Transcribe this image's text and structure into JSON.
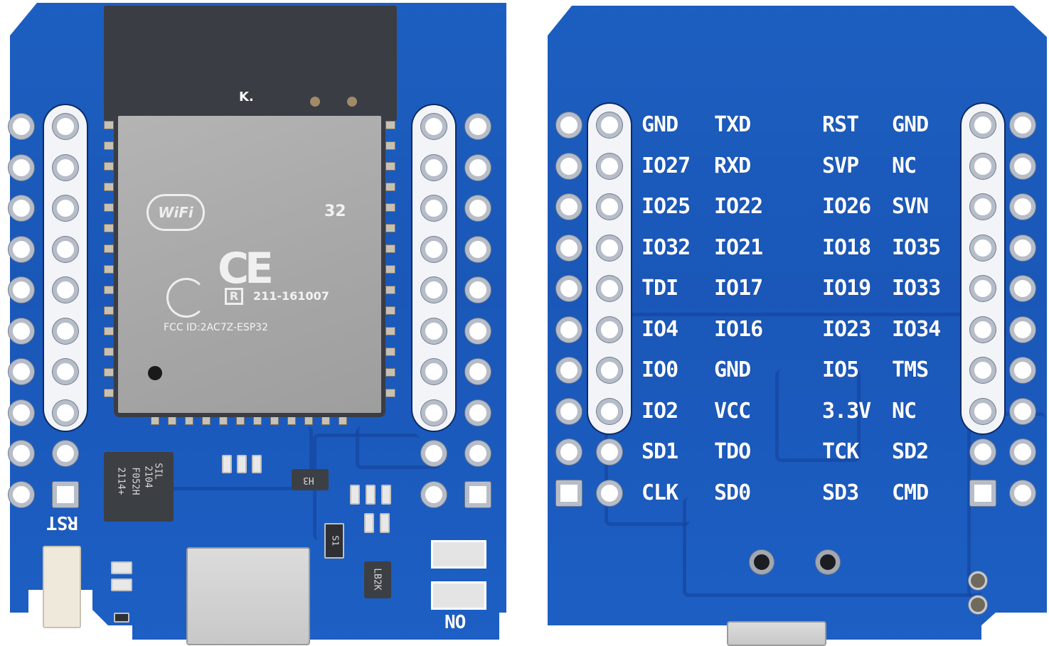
{
  "scene": {
    "description": "ESP32 D1 Mini development board, front and back views",
    "colors": {
      "pcb_blue": "#1a57b8",
      "trace_blue": "#1646a0",
      "silkscreen": "#ffffff",
      "shield_silver": "#a8a8a8",
      "antenna_dark": "#3a3d44"
    }
  },
  "front": {
    "antenna_mark": "K.",
    "shield": {
      "wifi_logo": "WiFi",
      "brand_suffix": "32",
      "ce_mark": "CE",
      "r_mark": "R",
      "cert_number": "211-161007",
      "fcc_id": "FCC ID:2AC7Z-ESP32"
    },
    "usb_uart_chip": [
      "SIL",
      "2104",
      "F052H",
      "2114+"
    ],
    "regulator_chip": "H3",
    "ldo_chip": "LB2K",
    "diode": "S1",
    "labels": {
      "reset": "RST",
      "power_led": "ON"
    }
  },
  "back": {
    "pin_labels": {
      "left_outer": [
        "GND",
        "IO27",
        "IO25",
        "IO32",
        "TDI",
        "IO4",
        "IO0",
        "IO2",
        "SD1",
        "CLK"
      ],
      "left_inner": [
        "TXD",
        "RXD",
        "IO22",
        "IO21",
        "IO17",
        "IO16",
        "GND",
        "VCC",
        "TDO",
        "SD0"
      ],
      "right_inner": [
        "RST",
        "SVP",
        "IO26",
        "IO18",
        "IO19",
        "IO23",
        "IO5",
        "3.3V",
        "TCK",
        "SD3"
      ],
      "right_outer": [
        "GND",
        "NC",
        "SVN",
        "IO35",
        "IO33",
        "IO34",
        "TMS",
        "NC",
        "SD2",
        "CMD"
      ]
    }
  }
}
